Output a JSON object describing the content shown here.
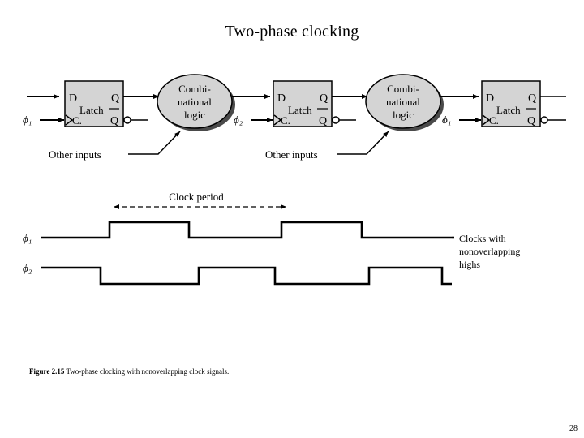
{
  "slide": {
    "title": "Two-phase clocking",
    "page_number": "28"
  },
  "caption": {
    "label": "Figure 2.15",
    "text": "Two-phase clocking with nonoverlapping clock signals."
  },
  "diagram": {
    "latches": [
      {
        "name": "latch-1",
        "body_label": "Latch",
        "d_label": "D",
        "q_label": "Q",
        "clock_label": "C.",
        "qbar_label": "Q",
        "clock_signal": "ϕ₁"
      },
      {
        "name": "latch-2",
        "body_label": "Latch",
        "d_label": "D",
        "q_label": "Q",
        "clock_label": "C.",
        "qbar_label": "Q",
        "clock_signal": "ϕ₂"
      },
      {
        "name": "latch-3",
        "body_label": "Latch",
        "d_label": "D",
        "q_label": "Q",
        "clock_label": "C.",
        "qbar_label": "Q",
        "clock_signal": "ϕ₁"
      }
    ],
    "logic_blocks": [
      {
        "name": "combinational-logic-1",
        "line1": "Combi-",
        "line2": "national",
        "line3": "logic"
      },
      {
        "name": "combinational-logic-2",
        "line1": "Combi-",
        "line2": "national",
        "line3": "logic"
      }
    ],
    "other_inputs_labels": [
      "Other inputs",
      "Other inputs"
    ],
    "fill_color": "#d4d4d4",
    "shadow_color": "#4a4a4a"
  },
  "timing": {
    "clock_period_label": "Clock period",
    "side_note": [
      "Clocks with",
      "nonoverlapping",
      "highs"
    ],
    "signals": [
      {
        "name": "phi1",
        "label": "ϕ₁"
      },
      {
        "name": "phi2",
        "label": "ϕ₂"
      }
    ]
  }
}
